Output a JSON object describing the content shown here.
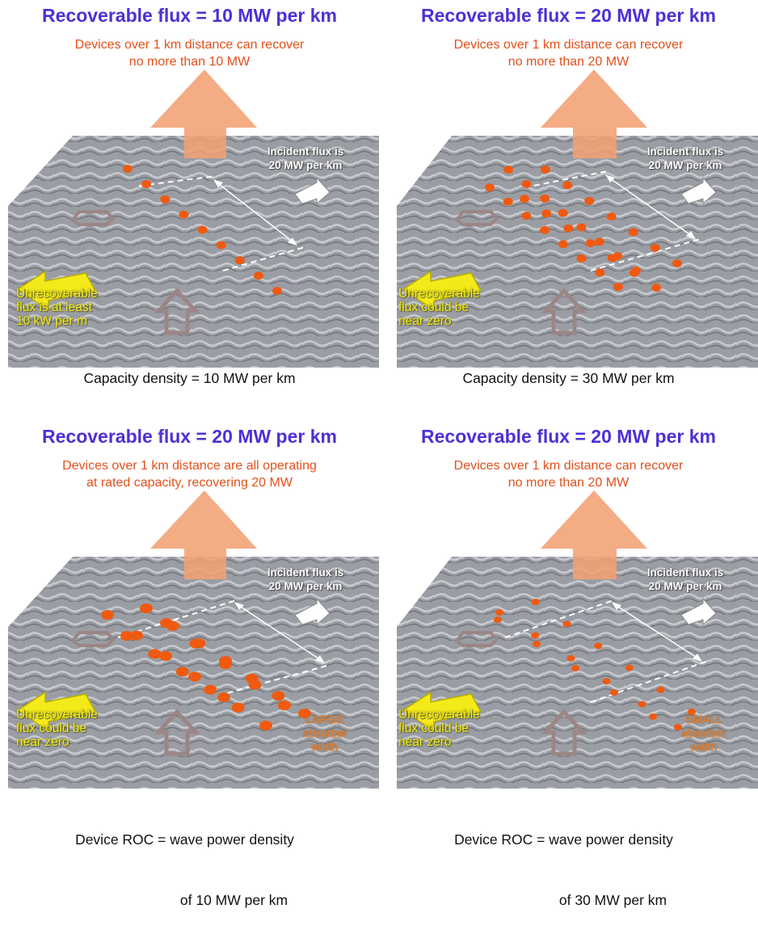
{
  "panels": [
    {
      "title": "Recoverable flux = 10 MW per km",
      "subtitle_lines": [
        "Devices over 1 km distance can recover",
        "no more than 10 MW"
      ],
      "incident": [
        "Incident flux is",
        "20 MW per km"
      ],
      "unrecoverable": [
        "Unrecoverable",
        "flux is at least",
        "10 kW per m"
      ],
      "absorber": [],
      "caption_lines": [
        "Capacity density = 10 MW per km"
      ]
    },
    {
      "title": "Recoverable flux = 20 MW per km",
      "subtitle_lines": [
        "Devices over 1 km distance can recover",
        "no more than 20 MW"
      ],
      "incident": [
        "Incident flux is",
        "20 MW per km"
      ],
      "unrecoverable": [
        "Unrecoverable",
        "flux could be",
        "near zero"
      ],
      "absorber": [],
      "caption_lines": [
        "Capacity density = 30 MW per km"
      ]
    },
    {
      "title": "Recoverable flux = 20 MW per km",
      "subtitle_lines": [
        "Devices over 1 km distance are all operating",
        "at rated capacity, recovering 20 MW"
      ],
      "incident": [
        "Incident flux is",
        "20 MW per km"
      ],
      "unrecoverable": [
        "Unrecoverable",
        "flux could be",
        "near zero"
      ],
      "absorber": [
        "LARGE",
        "absorber",
        "width"
      ],
      "caption_lines": [
        "Device ROC = wave power density",
        "of 10 MW per km"
      ]
    },
    {
      "title": "Recoverable flux = 20 MW per km",
      "subtitle_lines": [
        "Devices over 1 km distance can recover",
        "no more than 20 MW"
      ],
      "incident": [
        "Incident flux is",
        "20 MW per km"
      ],
      "unrecoverable": [
        "Unrecoverable",
        "flux could be",
        "near zero"
      ],
      "absorber": [
        "SMALL",
        "absorber",
        "width"
      ],
      "caption_lines": [
        "Device ROC = wave power density",
        "of 30 MW per km"
      ]
    }
  ],
  "colors": {
    "title": "#4f2fd6",
    "subtitle": "#e2501c",
    "device": "#f05a10",
    "recovered_arrow": "#f3a074",
    "unrecoverable_arrow": "#f4ea1a",
    "sea": "#9a9da3"
  },
  "icons": {
    "recovered": "up-arrow-icon",
    "unrecoverable": "left-arrow-icon",
    "incident": "incoming-wave-arrow-icon"
  }
}
